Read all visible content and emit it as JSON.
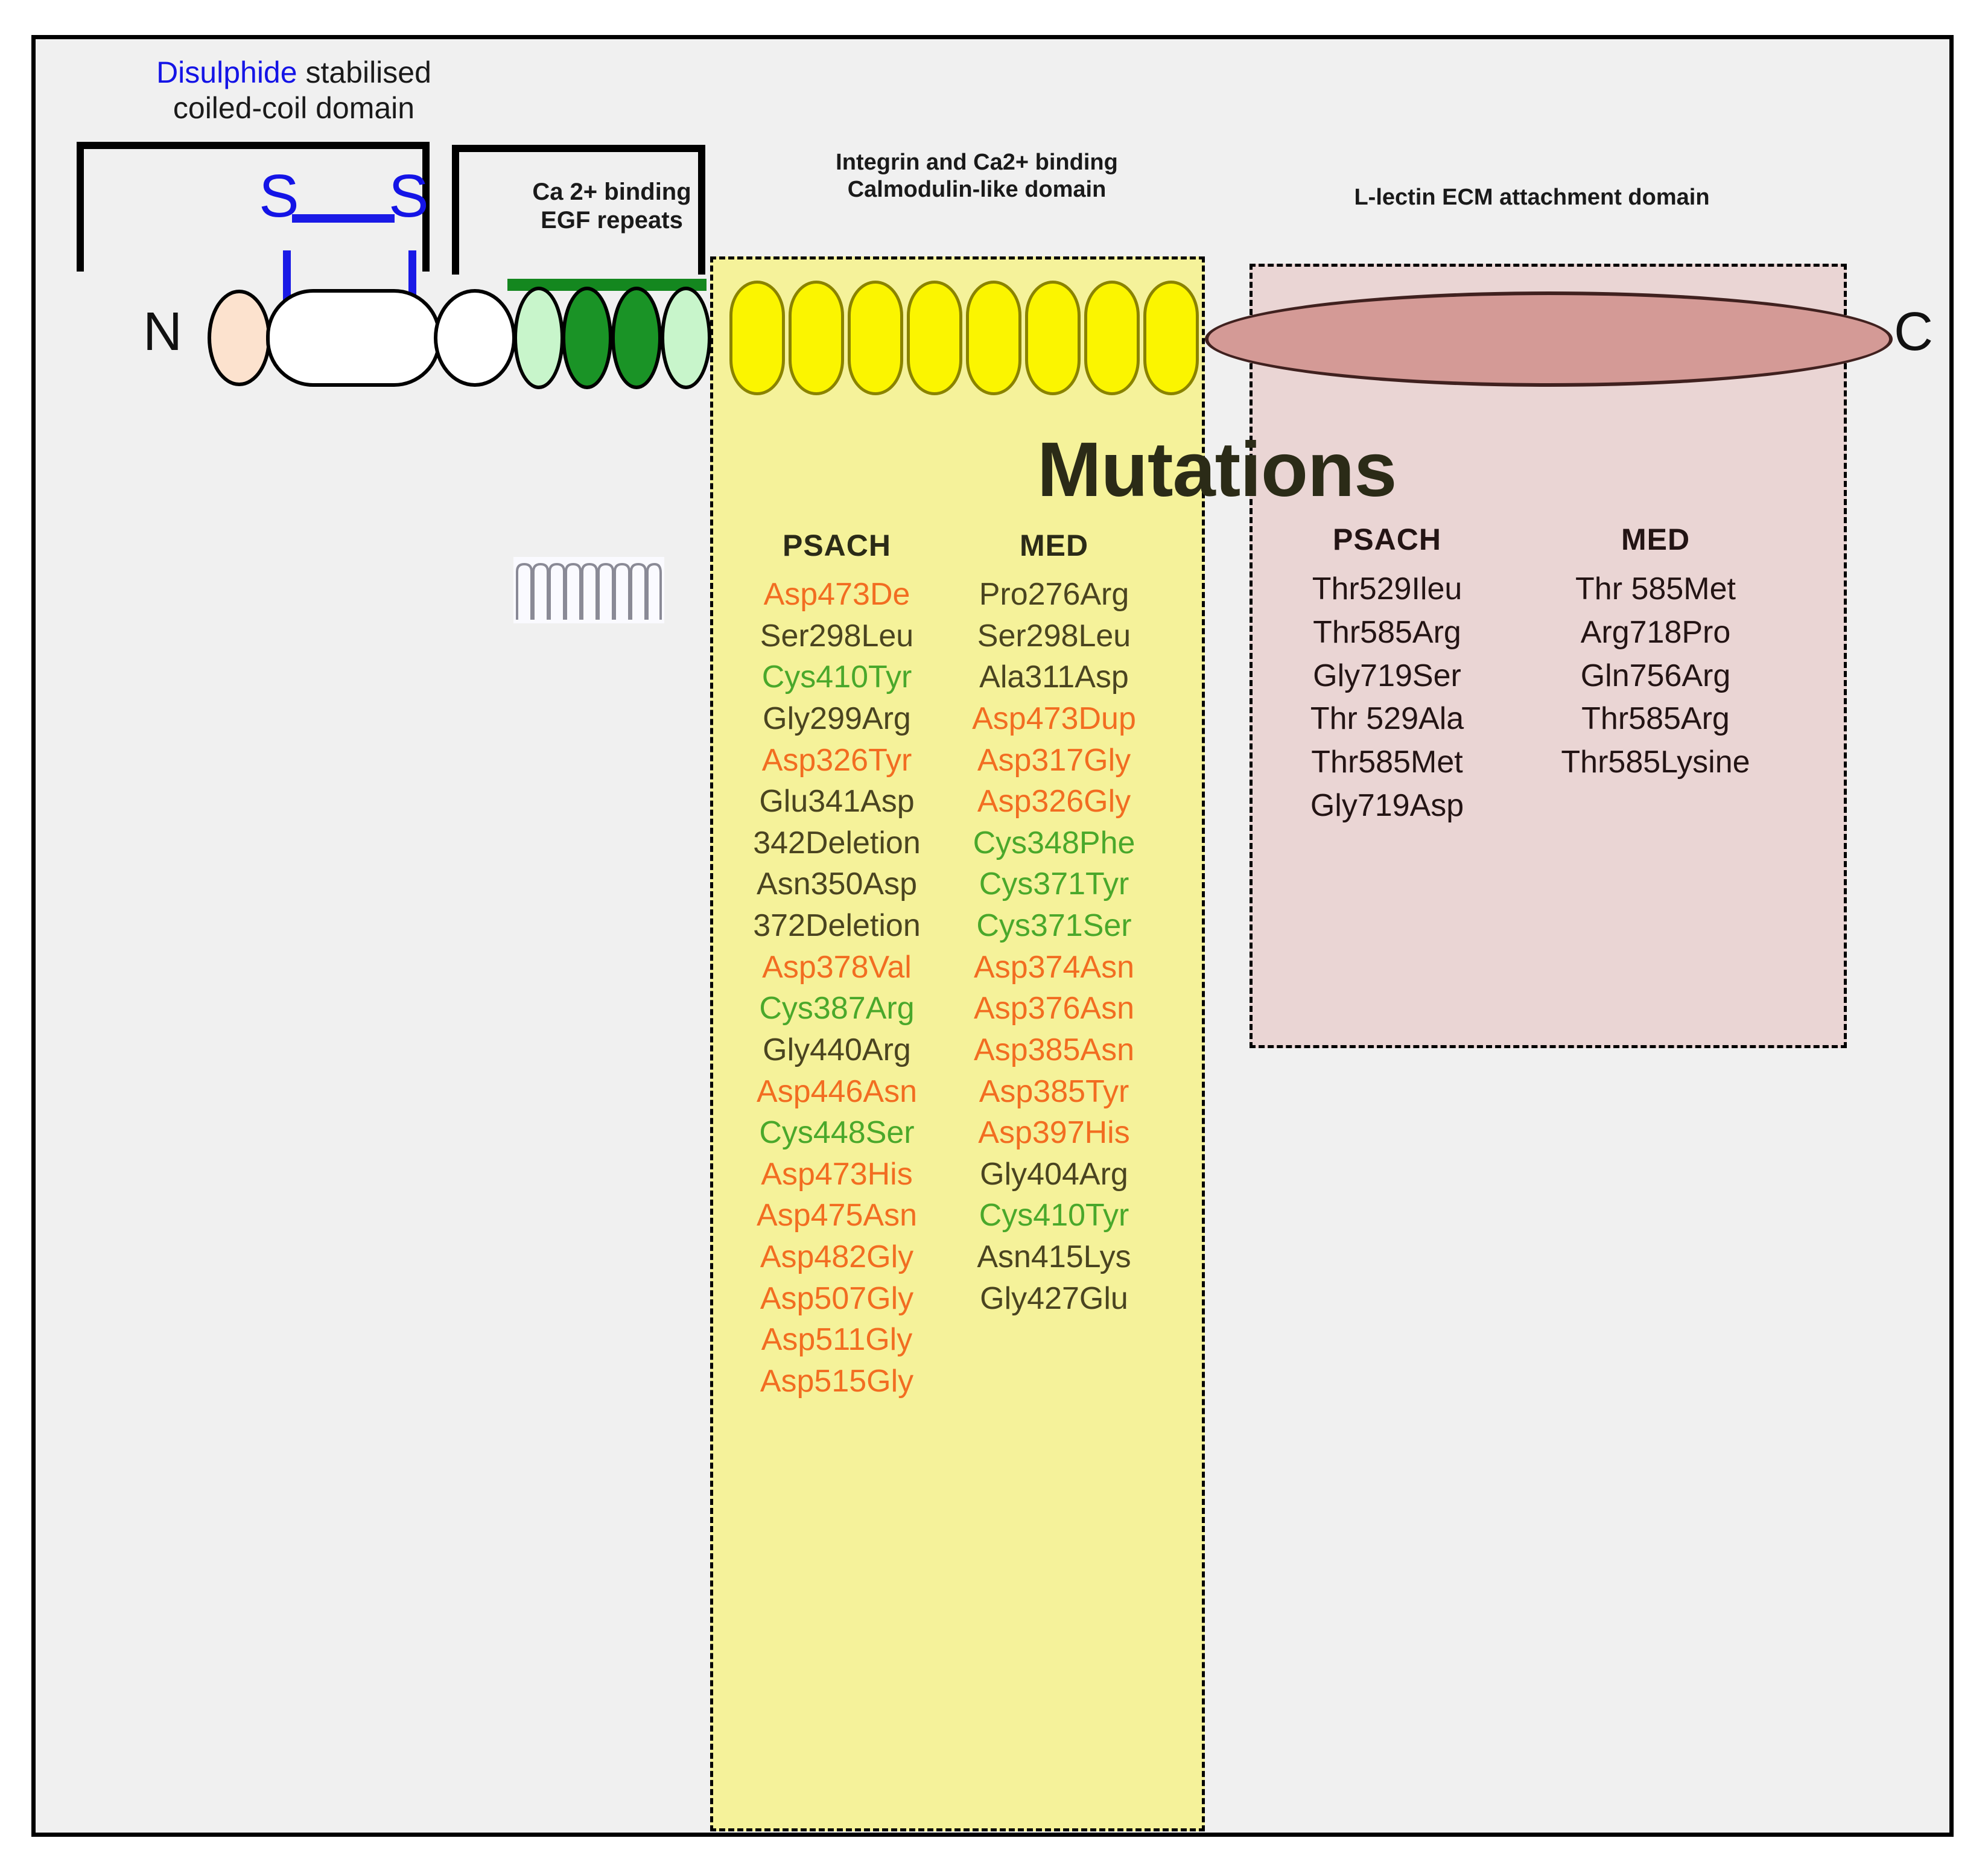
{
  "labels": {
    "coiled_coil_word_blue": "Disulphide",
    "coiled_coil_rest": " stabilised",
    "coiled_coil_line2": "coiled-coil domain",
    "egf_line1": "Ca 2+ binding",
    "egf_line2": "EGF repeats",
    "integrin_line1": "Integrin and Ca2+ binding",
    "integrin_line2": "Calmodulin-like domain",
    "lectin": "L-lectin ECM attachment domain",
    "n_terminus": "N",
    "c_terminus": "C",
    "disulphide_left": "S",
    "disulphide_right": "S",
    "mutations_title": "Mutations"
  },
  "colors": {
    "panel_bg": "#f0f0f0",
    "yellow_box": "#f5f29a",
    "pink_box": "#ead5d4",
    "tsp_oval": "#fbf500",
    "lectin_ellipse": "#d49a96",
    "egf_dark": "#1a9326",
    "egf_light": "#c8f5cb",
    "peach": "#fce2ce",
    "disulphide_blue": "#1414e6",
    "egf_bar_green": "#14871f",
    "mut_orange": "#f26d21",
    "mut_green": "#4aa82b",
    "mut_dark": "#4a4420"
  },
  "calmodulin_box": {
    "psach": {
      "header": "PSACH",
      "items": [
        {
          "text": "Asp473De",
          "color": "orange"
        },
        {
          "text": "Ser298Leu",
          "color": "dark"
        },
        {
          "text": "Cys410Tyr",
          "color": "green"
        },
        {
          "text": "Gly299Arg",
          "color": "dark"
        },
        {
          "text": "Asp326Tyr",
          "color": "orange"
        },
        {
          "text": "Glu341Asp",
          "color": "dark"
        },
        {
          "text": "342Deletion",
          "color": "dark"
        },
        {
          "text": "Asn350Asp",
          "color": "dark"
        },
        {
          "text": "372Deletion",
          "color": "dark"
        },
        {
          "text": "Asp378Val",
          "color": "orange"
        },
        {
          "text": "Cys387Arg",
          "color": "green"
        },
        {
          "text": "Gly440Arg",
          "color": "dark"
        },
        {
          "text": "Asp446Asn",
          "color": "orange"
        },
        {
          "text": "Cys448Ser",
          "color": "green"
        },
        {
          "text": "Asp473His",
          "color": "orange"
        },
        {
          "text": "Asp475Asn",
          "color": "orange"
        },
        {
          "text": "Asp482Gly",
          "color": "orange"
        },
        {
          "text": "Asp507Gly",
          "color": "orange"
        },
        {
          "text": "Asp511Gly",
          "color": "orange"
        },
        {
          "text": "Asp515Gly",
          "color": "orange"
        }
      ]
    },
    "med": {
      "header": "MED",
      "items": [
        {
          "text": "Pro276Arg",
          "color": "dark"
        },
        {
          "text": "Ser298Leu",
          "color": "dark"
        },
        {
          "text": "Ala311Asp",
          "color": "dark"
        },
        {
          "text": "Asp473Dup",
          "color": "orange"
        },
        {
          "text": "Asp317Gly",
          "color": "orange"
        },
        {
          "text": "Asp326Gly",
          "color": "orange"
        },
        {
          "text": "Cys348Phe",
          "color": "green"
        },
        {
          "text": "Cys371Tyr",
          "color": "green"
        },
        {
          "text": "Cys371Ser",
          "color": "green"
        },
        {
          "text": "Asp374Asn",
          "color": "orange"
        },
        {
          "text": "Asp376Asn",
          "color": "orange"
        },
        {
          "text": "Asp385Asn",
          "color": "orange"
        },
        {
          "text": "Asp385Tyr",
          "color": "orange"
        },
        {
          "text": "Asp397His",
          "color": "orange"
        },
        {
          "text": "Gly404Arg",
          "color": "dark"
        },
        {
          "text": "Cys410Tyr",
          "color": "green"
        },
        {
          "text": "Asn415Lys",
          "color": "dark"
        },
        {
          "text": "Gly427Glu",
          "color": "dark"
        }
      ]
    }
  },
  "lectin_box": {
    "psach": {
      "header": "PSACH",
      "items": [
        {
          "text": "Thr529Ileu",
          "color": "black"
        },
        {
          "text": "Thr585Arg",
          "color": "black"
        },
        {
          "text": "Gly719Ser",
          "color": "black"
        },
        {
          "text": "Thr 529Ala",
          "color": "black"
        },
        {
          "text": "Thr585Met",
          "color": "black"
        },
        {
          "text": "Gly719Asp",
          "color": "black"
        }
      ]
    },
    "med": {
      "header": "MED",
      "items": [
        {
          "text": "Thr 585Met",
          "color": "black"
        },
        {
          "text": "Arg718Pro",
          "color": "black"
        },
        {
          "text": "Gln756Arg",
          "color": "black"
        },
        {
          "text": "Thr585Arg",
          "color": "black"
        },
        {
          "text": "Thr585Lysine",
          "color": "black"
        }
      ]
    }
  },
  "architecture": {
    "egf_repeat_count": 4,
    "tsp3_repeat_count": 8,
    "coiled_coil_turns": 9
  }
}
